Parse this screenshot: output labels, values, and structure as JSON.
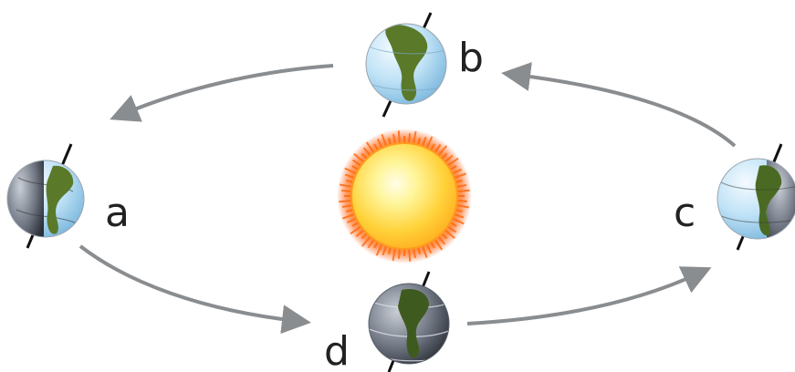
{
  "labels": {
    "a": "a",
    "b": "b",
    "c": "c",
    "d": "d"
  },
  "colors": {
    "arrow": "#8a8d90",
    "sun_core": "#ffd23a",
    "sun_corona": "#ff7a10",
    "ocean": "#bfe2f6",
    "land": "#5a7a2a",
    "night": "#3a3f48"
  }
}
